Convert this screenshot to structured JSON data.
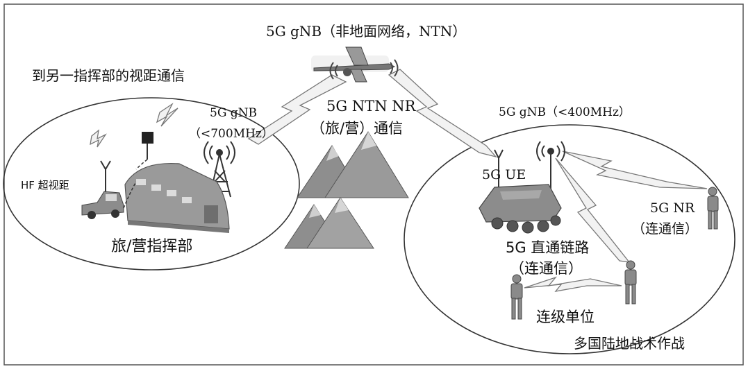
{
  "labels": {
    "ntn_gnb": "5G gNB（非地面网络，NTN）",
    "los_comm": "到另一指挥部的视距通信",
    "gnb_700_a": "5G gNB",
    "gnb_700_b": "（<700MHz）",
    "ntn_nr_a": "5G NTN NR",
    "ntn_nr_b": "（旅/营）通信",
    "gnb_400": "5G gNB（<400MHz）",
    "hf": "HF  超视距",
    "hq": "旅/营指挥部",
    "ue": "5G UE",
    "nr_a": "5G NR",
    "nr_b": "（连通信）",
    "direct_a": "5G 直通链路",
    "direct_b": "（连通信）",
    "company": "连级单位",
    "multinational": "多国陆地战术作战"
  },
  "colors": {
    "frame": "#555555",
    "ellipse": "#333333",
    "mountain_dark": "#8a8a8a",
    "mountain_light": "#b9b9b9",
    "bolt": "#777777",
    "vehicle": "#8c8c8c",
    "building": "#9a9a9a"
  }
}
